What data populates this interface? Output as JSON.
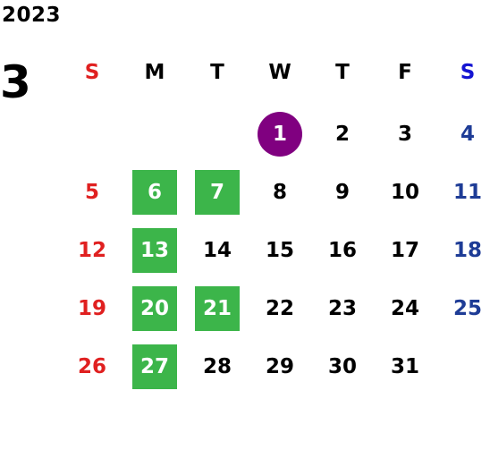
{
  "calendar": {
    "year": "2023",
    "month": "3",
    "colors": {
      "sunday": "#e02020",
      "saturday": "#1e3c96",
      "weekday": "#000000",
      "highlight_green": "#3cb54a",
      "today_purple": "#800080",
      "highlight_text": "#ffffff"
    },
    "weekdays": [
      {
        "label": "S",
        "kind": "sunday"
      },
      {
        "label": "M",
        "kind": "weekday"
      },
      {
        "label": "T",
        "kind": "weekday"
      },
      {
        "label": "W",
        "kind": "weekday"
      },
      {
        "label": "T",
        "kind": "weekday"
      },
      {
        "label": "F",
        "kind": "weekday"
      },
      {
        "label": "S",
        "kind": "saturday"
      }
    ],
    "weekday_header_colors": {
      "sunday": "#e02020",
      "saturday": "#1414d2"
    },
    "weeks": [
      [
        null,
        null,
        null,
        {
          "day": "1",
          "mark": "circle"
        },
        {
          "day": "2"
        },
        {
          "day": "3"
        },
        {
          "day": "4"
        }
      ],
      [
        {
          "day": "5"
        },
        {
          "day": "6",
          "mark": "green"
        },
        {
          "day": "7",
          "mark": "green"
        },
        {
          "day": "8"
        },
        {
          "day": "9"
        },
        {
          "day": "10"
        },
        {
          "day": "11"
        }
      ],
      [
        {
          "day": "12"
        },
        {
          "day": "13",
          "mark": "green"
        },
        {
          "day": "14"
        },
        {
          "day": "15"
        },
        {
          "day": "16"
        },
        {
          "day": "17"
        },
        {
          "day": "18"
        }
      ],
      [
        {
          "day": "19"
        },
        {
          "day": "20",
          "mark": "green"
        },
        {
          "day": "21",
          "mark": "green"
        },
        {
          "day": "22"
        },
        {
          "day": "23"
        },
        {
          "day": "24"
        },
        {
          "day": "25"
        }
      ],
      [
        {
          "day": "26"
        },
        {
          "day": "27",
          "mark": "green"
        },
        {
          "day": "28"
        },
        {
          "day": "29"
        },
        {
          "day": "30"
        },
        {
          "day": "31"
        },
        null
      ]
    ]
  }
}
